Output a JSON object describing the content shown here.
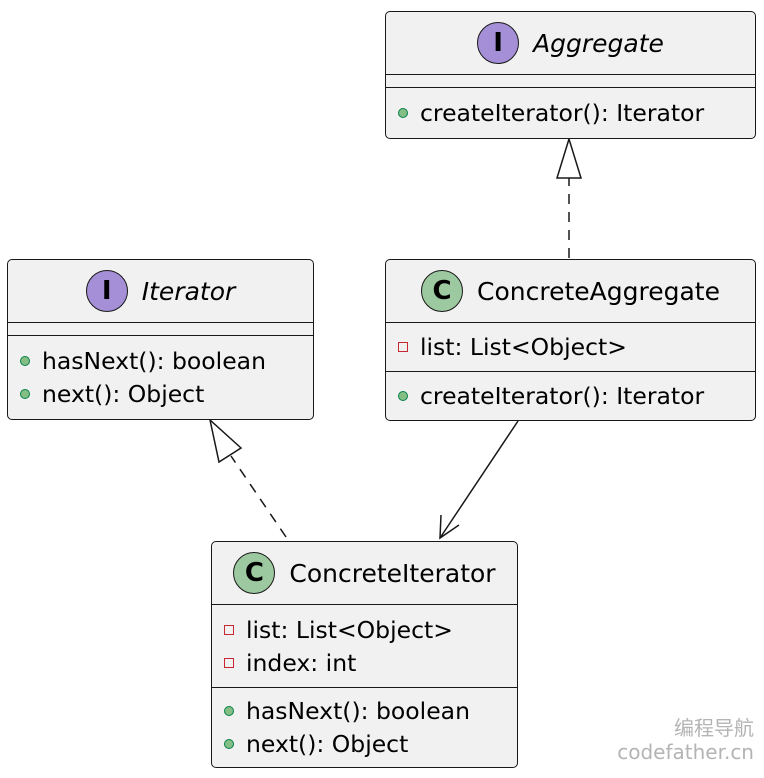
{
  "classes": {
    "aggregate": {
      "stereotype_icon": "I",
      "name": "Aggregate",
      "kind": "interface",
      "fields": [],
      "methods": [
        {
          "visibility": "public",
          "text": "createIterator(): Iterator"
        }
      ]
    },
    "iterator": {
      "stereotype_icon": "I",
      "name": "Iterator",
      "kind": "interface",
      "fields": [],
      "methods": [
        {
          "visibility": "public",
          "text": "hasNext(): boolean"
        },
        {
          "visibility": "public",
          "text": "next(): Object"
        }
      ]
    },
    "concrete_aggregate": {
      "stereotype_icon": "C",
      "name": "ConcreteAggregate",
      "kind": "class",
      "fields": [
        {
          "visibility": "private",
          "text": "list: List<Object>"
        }
      ],
      "methods": [
        {
          "visibility": "public",
          "text": "createIterator(): Iterator"
        }
      ]
    },
    "concrete_iterator": {
      "stereotype_icon": "C",
      "name": "ConcreteIterator",
      "kind": "class",
      "fields": [
        {
          "visibility": "private",
          "text": "list: List<Object>"
        },
        {
          "visibility": "private",
          "text": "index: int"
        }
      ],
      "methods": [
        {
          "visibility": "public",
          "text": "hasNext(): boolean"
        },
        {
          "visibility": "public",
          "text": "next(): Object"
        }
      ]
    }
  },
  "relations": [
    {
      "from": "ConcreteAggregate",
      "to": "Aggregate",
      "type": "realization"
    },
    {
      "from": "ConcreteIterator",
      "to": "Iterator",
      "type": "realization"
    },
    {
      "from": "ConcreteAggregate",
      "to": "ConcreteIterator",
      "type": "association"
    }
  ],
  "colors": {
    "interface_badge": "#a58fd6",
    "class_badge": "#9cc9a0",
    "box_fill": "#f1f1f1",
    "border": "#181818",
    "public_marker": "#84be84",
    "private_marker": "#c82930"
  },
  "watermark": {
    "line1": "编程导航",
    "line2": "codefather.cn"
  }
}
